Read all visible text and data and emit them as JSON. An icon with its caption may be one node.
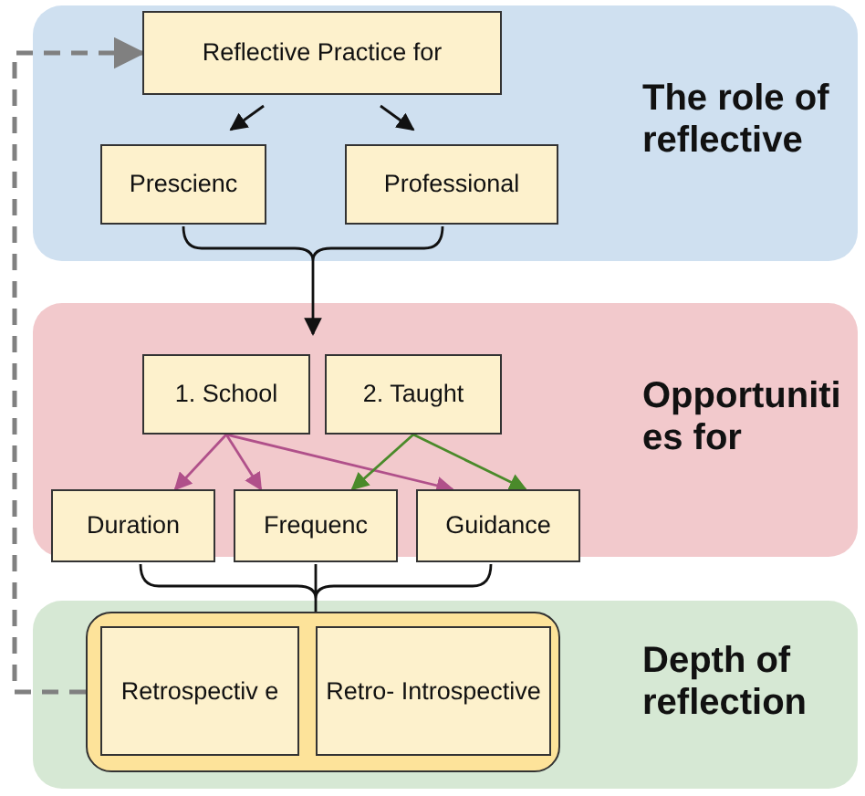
{
  "diagram": {
    "nodes": [
      {
        "text": [
          "The role of reflective"
        ]
      },
      {
        "text": [
          "Reflective Practice for"
        ],
        "in": 0
      },
      {
        "text": [
          "Prescienc"
        ],
        "in": 0
      },
      {
        "text": [
          "Professional"
        ],
        "in": 0
      },
      {
        "text": [
          "Opportuniti es for"
        ]
      },
      {
        "text": [
          "1. School"
        ],
        "in": 4
      },
      {
        "text": [
          "2. Taught"
        ],
        "in": 4
      },
      {
        "text": [
          "Duration"
        ],
        "in": 4
      },
      {
        "text": [
          "Frequenc"
        ],
        "in": 4
      },
      {
        "text": [
          "Guidance"
        ],
        "in": 4
      },
      {
        "text": [
          "Depth of reflection"
        ]
      },
      {
        "text": [],
        "shape": "box",
        "in": 10
      },
      {
        "text": [
          "Retrospectiv e"
        ],
        "in": 11
      },
      {
        "text": [
          "Retro- Introspective"
        ],
        "in": 11
      }
    ],
    "edges": [
      {
        "from": 1,
        "to": 2,
        "arrow": "to"
      },
      {
        "from": 1,
        "to": 3,
        "arrow": "to"
      },
      {
        "from": 2,
        "to": 4,
        "arrow": "to"
      },
      {
        "from": 3,
        "to": 4,
        "arrow": "to"
      },
      {
        "from": 5,
        "to": 7,
        "arrow": "to",
        "color": "#b0508a"
      },
      {
        "from": 5,
        "to": 8,
        "arrow": "to",
        "color": "#b0508a"
      },
      {
        "from": 5,
        "to": 9,
        "arrow": "to",
        "color": "#b0508a"
      },
      {
        "from": 6,
        "to": 8,
        "arrow": "to",
        "color": "#4a8a2a"
      },
      {
        "from": 6,
        "to": 9,
        "arrow": "to",
        "color": "#4a8a2a"
      },
      {
        "from": 7,
        "to": 11,
        "arrow": "none"
      },
      {
        "from": 8,
        "to": 11,
        "arrow": "none"
      },
      {
        "from": 9,
        "to": 11,
        "arrow": "none"
      },
      {
        "from": 11,
        "to": 1,
        "arrow": "to",
        "style": "dashed",
        "color": "#808080"
      }
    ]
  }
}
